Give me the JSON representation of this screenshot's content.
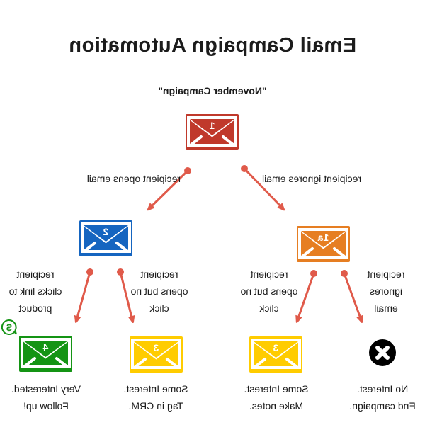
{
  "title": "Email Campaign Automation",
  "campaign_name": "\"November Campaign\"",
  "orientation": "horizontally mirrored",
  "colors": {
    "arrow": "#e05a4a",
    "step1": "#c0392b",
    "step2": "#1565c0",
    "step1a": "#e67e22",
    "step3": "#ffcc00",
    "step4": "#149414",
    "end": "#000000"
  },
  "nodes": {
    "step1": {
      "number": "1",
      "icon": "envelope-icon"
    },
    "step2": {
      "number": "2",
      "icon": "envelope-icon"
    },
    "step1a": {
      "number": "1a",
      "icon": "envelope-icon"
    },
    "step4": {
      "number": "4",
      "icon": "envelope-icon",
      "badge_icon": "dollar-chat-icon",
      "outcome_line1": "Very Interested.",
      "outcome_line2": "Follow up!"
    },
    "step3_crm": {
      "number": "3",
      "icon": "envelope-icon",
      "outcome_line1": "Some Interest.",
      "outcome_line2": "Tag in CRM."
    },
    "step3_notes": {
      "number": "3",
      "icon": "envelope-icon",
      "outcome_line1": "Some Interest.",
      "outcome_line2": "Make notes."
    },
    "end": {
      "icon": "x-circle-icon",
      "outcome_line1": "No Interest.",
      "outcome_line2": "End campaign."
    }
  },
  "edges": {
    "opens": "recipient opens email",
    "ignores": "recipient ignores email",
    "clicks": {
      "line1": "recipient",
      "line2": "clicks link to",
      "line3": "product"
    },
    "opens_no_click_left": {
      "line1": "recipient",
      "line2": "opens but no",
      "line3": "click"
    },
    "opens_no_click_right": {
      "line1": "recipient",
      "line2": "opens but no",
      "line3": "click"
    },
    "ignores_again": {
      "line1": "recipient",
      "line2": "ignores",
      "line3": "email"
    }
  }
}
